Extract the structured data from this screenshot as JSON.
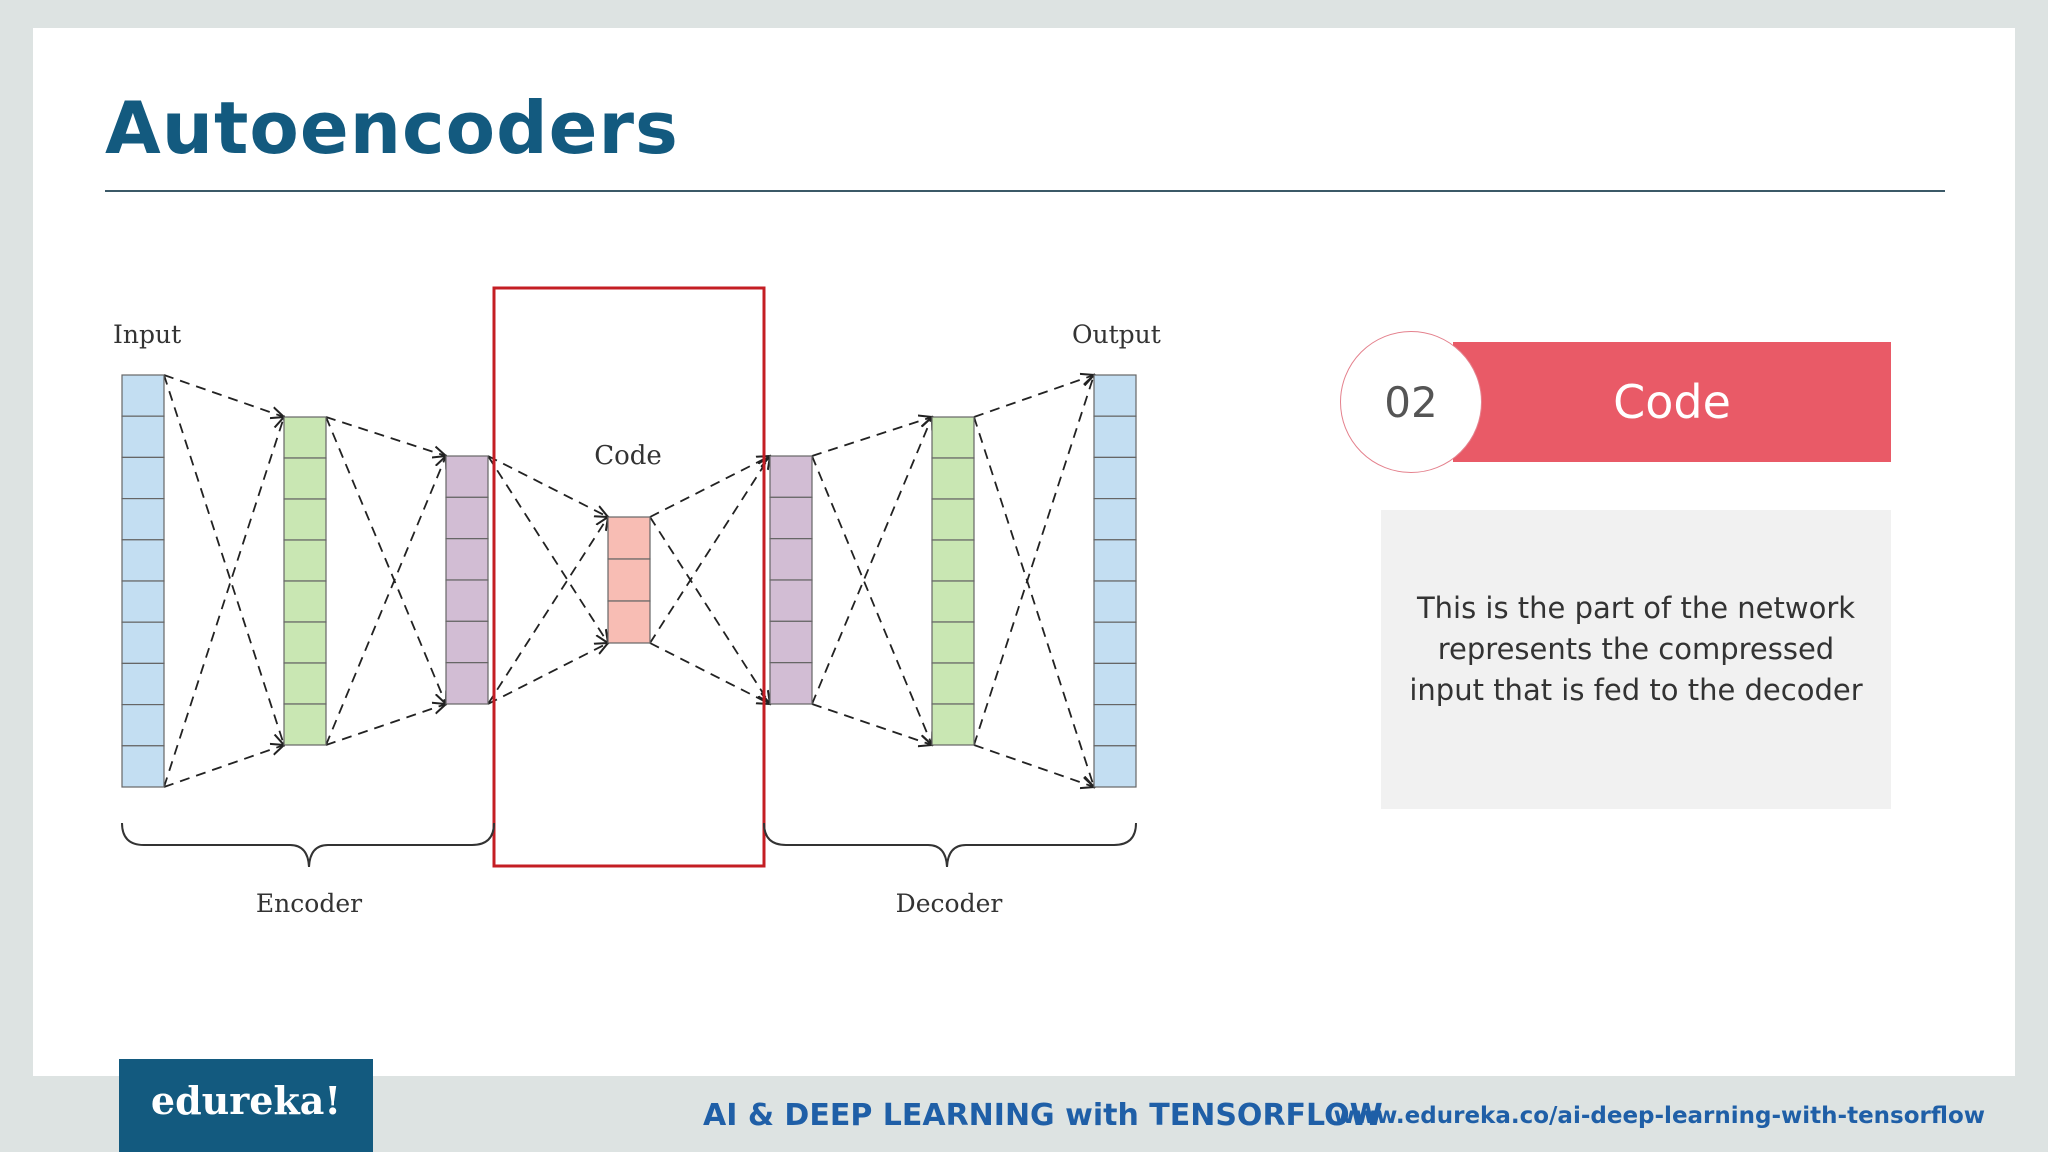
{
  "slide": {
    "title": "Autoencoders"
  },
  "diagram": {
    "labels": {
      "input": "Input",
      "output": "Output",
      "code": "Code",
      "encoder": "Encoder",
      "decoder": "Decoder"
    },
    "layers": [
      {
        "name": "input",
        "units": 10,
        "color": "#c3def2"
      },
      {
        "name": "encoder-hidden",
        "units": 8,
        "color": "#c9e7b3"
      },
      {
        "name": "encoder-bottleneck",
        "units": 6,
        "color": "#d2bdd4"
      },
      {
        "name": "code",
        "units": 3,
        "color": "#f8bdb4"
      },
      {
        "name": "decoder-bottleneck",
        "units": 6,
        "color": "#d2bdd4"
      },
      {
        "name": "decoder-hidden",
        "units": 8,
        "color": "#c9e7b3"
      },
      {
        "name": "output",
        "units": 10,
        "color": "#c3def2"
      }
    ],
    "highlight_color": "#c41e24"
  },
  "badge": {
    "number": "02",
    "label": "Code",
    "color": "#e95a67"
  },
  "description": "This is the part of the network represents the compressed input that is fed to the decoder",
  "footer": {
    "logo": "edureka!",
    "course": "AI & DEEP LEARNING with TENSORFLOW",
    "url": "www.edureka.co/ai-deep-learning-with-tensorflow"
  }
}
